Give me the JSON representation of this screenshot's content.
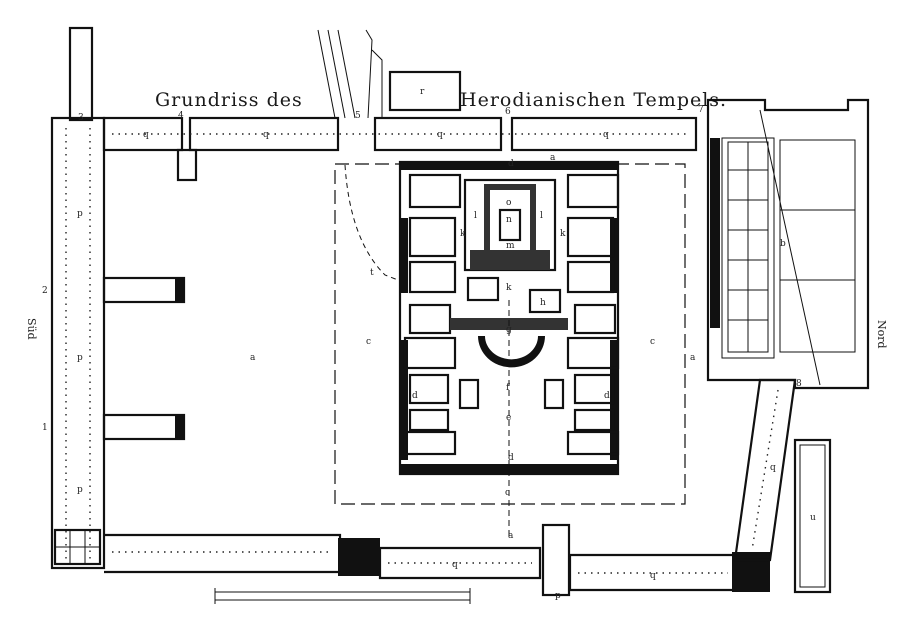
{
  "title": {
    "part1": "Grundriss des",
    "part2": "Herodianischen Tempels."
  },
  "compass": {
    "south": "Süd",
    "north": "Nord"
  },
  "labels": {
    "a": "a",
    "b": "b",
    "c": "c",
    "d": "d",
    "e": "e",
    "f": "f",
    "g": "g",
    "h": "h",
    "i": "i",
    "k": "k",
    "l": "l",
    "m": "m",
    "n": "n",
    "o": "o",
    "p": "p",
    "q": "q",
    "r": "r",
    "t": "t",
    "u": "u"
  },
  "numbers": [
    "1",
    "2",
    "3",
    "4",
    "5",
    "6",
    "7",
    "8"
  ]
}
